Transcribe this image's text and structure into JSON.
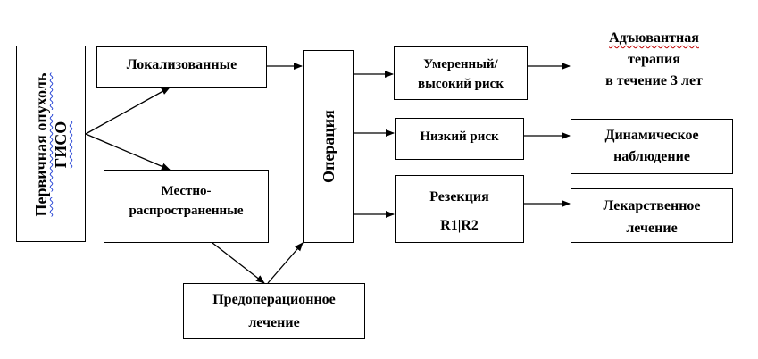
{
  "nodes": {
    "primary_tumor": {
      "line1": "Первичная опухоль",
      "line2": "ГИСО"
    },
    "localized": "Локализованные",
    "locally_advanced": {
      "line1": "Местно-",
      "line2": "распространенные"
    },
    "preop": {
      "line1": "Предоперационное",
      "line2": "лечение"
    },
    "operation": "Операция",
    "moderate_high": {
      "line1": "Умеренный/",
      "line2": "высокий риск"
    },
    "low_risk": "Низкий риск",
    "resection": {
      "line1": "Резекция",
      "line2": "R1|R2"
    },
    "adjuvant": {
      "line1": "Адъювантная",
      "line2": "терапия",
      "line3": "в течение 3 лет"
    },
    "observation": {
      "line1": "Динамическое",
      "line2": "наблюдение"
    },
    "drug": {
      "line1": "Лекарственное",
      "line2": "лечение"
    }
  }
}
